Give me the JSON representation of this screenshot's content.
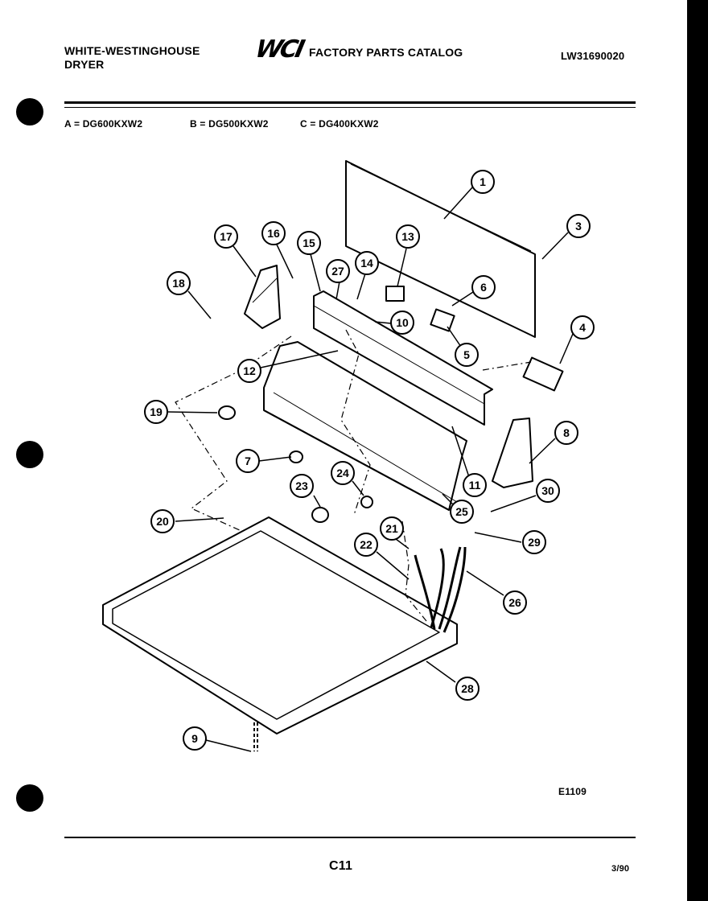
{
  "header": {
    "brand_line1": "WHITE-WESTINGHOUSE",
    "brand_line2": "DRYER",
    "logo": "WCI",
    "catalog_title": "FACTORY PARTS CATALOG",
    "document_number": "LW31690020"
  },
  "models": [
    {
      "label": "A = DG600KXW2"
    },
    {
      "label": "B = DG500KXW2"
    },
    {
      "label": "C = DG400KXW2"
    }
  ],
  "diagram": {
    "figure_id": "E1109",
    "callouts": [
      {
        "id": "c1",
        "label": "1"
      },
      {
        "id": "c3",
        "label": "3"
      },
      {
        "id": "c4",
        "label": "4"
      },
      {
        "id": "c5",
        "label": "5"
      },
      {
        "id": "c6",
        "label": "6"
      },
      {
        "id": "c7",
        "label": "7"
      },
      {
        "id": "c8",
        "label": "8"
      },
      {
        "id": "c9",
        "label": "9"
      },
      {
        "id": "c10",
        "label": "10"
      },
      {
        "id": "c11",
        "label": "11"
      },
      {
        "id": "c12",
        "label": "12"
      },
      {
        "id": "c13",
        "label": "13"
      },
      {
        "id": "c14",
        "label": "14"
      },
      {
        "id": "c15",
        "label": "15"
      },
      {
        "id": "c16",
        "label": "16"
      },
      {
        "id": "c17",
        "label": "17"
      },
      {
        "id": "c18",
        "label": "18"
      },
      {
        "id": "c19",
        "label": "19"
      },
      {
        "id": "c20",
        "label": "20"
      },
      {
        "id": "c21",
        "label": "21"
      },
      {
        "id": "c22",
        "label": "22"
      },
      {
        "id": "c23",
        "label": "23"
      },
      {
        "id": "c24",
        "label": "24"
      },
      {
        "id": "c25",
        "label": "25"
      },
      {
        "id": "c26",
        "label": "26"
      },
      {
        "id": "c27",
        "label": "27"
      },
      {
        "id": "c28",
        "label": "28"
      },
      {
        "id": "c29",
        "label": "29"
      },
      {
        "id": "c30",
        "label": "30"
      }
    ]
  },
  "footer": {
    "page": "C11",
    "date": "3/90"
  }
}
